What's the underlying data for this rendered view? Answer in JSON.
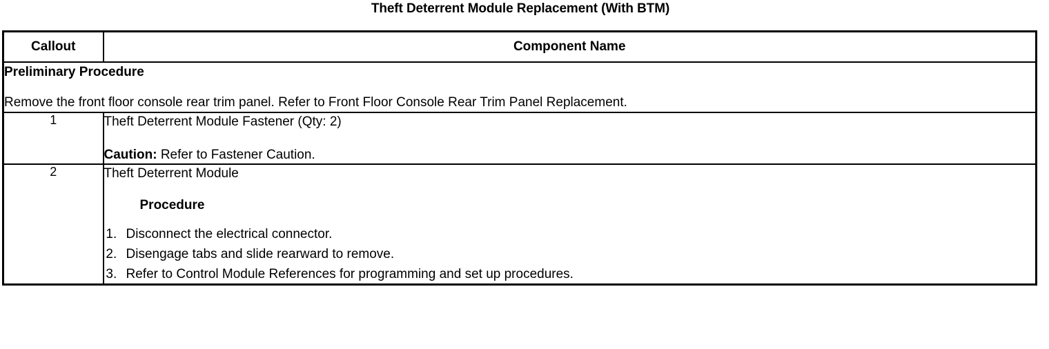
{
  "document": {
    "title": "Theft Deterrent Module Replacement (With BTM)"
  },
  "table": {
    "headers": {
      "callout": "Callout",
      "component_name": "Component Name"
    },
    "preliminary": {
      "heading": "Preliminary Procedure",
      "text": "Remove the front floor console rear trim panel. Refer to Front Floor Console Rear Trim Panel Replacement."
    },
    "rows": [
      {
        "callout": "1",
        "component_name": "Theft Deterrent Module Fastener (Qty: 2)",
        "caution_label": "Caution:",
        "caution_text": " Refer to Fastener Caution."
      },
      {
        "callout": "2",
        "component_name": "Theft Deterrent Module",
        "procedure_heading": "Procedure",
        "steps": [
          "Disconnect the electrical connector.",
          "Disengage tabs and slide rearward to remove.",
          "Refer to Control Module References for programming and set up procedures."
        ]
      }
    ]
  },
  "colors": {
    "border": "#000000",
    "text": "#000000",
    "background": "#ffffff"
  }
}
